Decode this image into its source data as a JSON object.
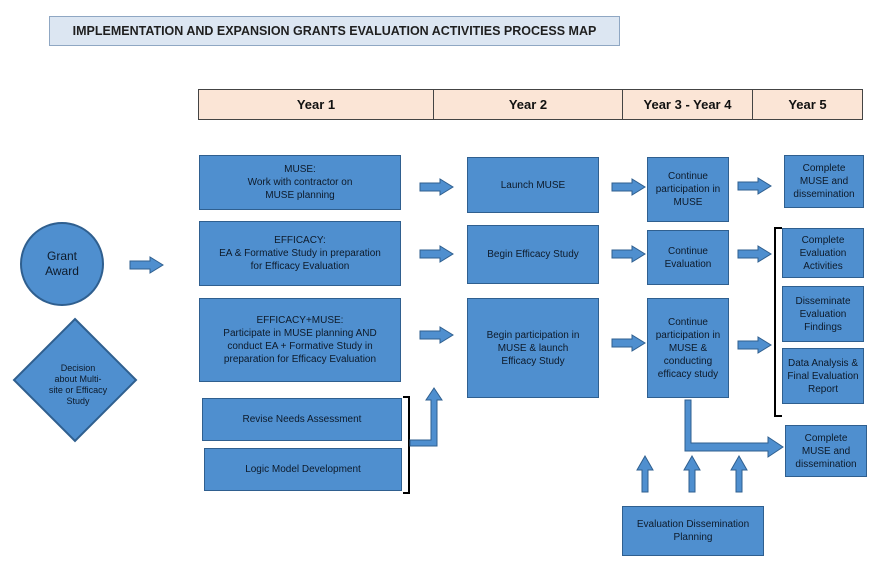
{
  "title": "IMPLEMENTATION AND EXPANSION GRANTS EVALUATION ACTIVITIES PROCESS MAP",
  "years": [
    "Year 1",
    "Year 2",
    "Year 3 - Year 4",
    "Year 5"
  ],
  "start": {
    "grant_award": "Grant\nAward",
    "decision": "Decision\nabout Multi-\nsite or Efficacy\nStudy"
  },
  "year1": {
    "muse": "MUSE:\nWork with contractor on\nMUSE planning",
    "efficacy": "EFFICACY:\nEA & Formative Study in preparation\nfor Efficacy Evaluation",
    "efficacy_muse": "EFFICACY+MUSE:\nParticipate in MUSE planning AND\nconduct EA + Formative Study in\npreparation for Efficacy Evaluation",
    "needs": "Revise Needs Assessment",
    "logic": "Logic Model Development"
  },
  "year2": {
    "launch_muse": "Launch MUSE",
    "begin_efficacy": "Begin Efficacy Study",
    "begin_participation": "Begin participation in\nMUSE & launch\nEfficacy Study"
  },
  "year34": {
    "continue_muse": "Continue\nparticipation in\nMUSE",
    "continue_eval": "Continue\nEvaluation",
    "continue_both": "Continue\nparticipation in\nMUSE &\nconducting\nefficacy study",
    "dissemination_planning": "Evaluation Dissemination\nPlanning"
  },
  "year5": {
    "complete_muse_top": "Complete\nMUSE and\ndissemination",
    "complete_eval": "Complete\nEvaluation\nActivities",
    "disseminate": "Disseminate\nEvaluation\nFindings",
    "data_analysis": "Data Analysis &\nFinal Evaluation\nReport",
    "complete_muse_bottom": "Complete\nMUSE and\ndissemination"
  },
  "colors": {
    "box": "#4f8fcf",
    "year_header": "#fbe5d6",
    "title_bg": "#dce6f2"
  }
}
